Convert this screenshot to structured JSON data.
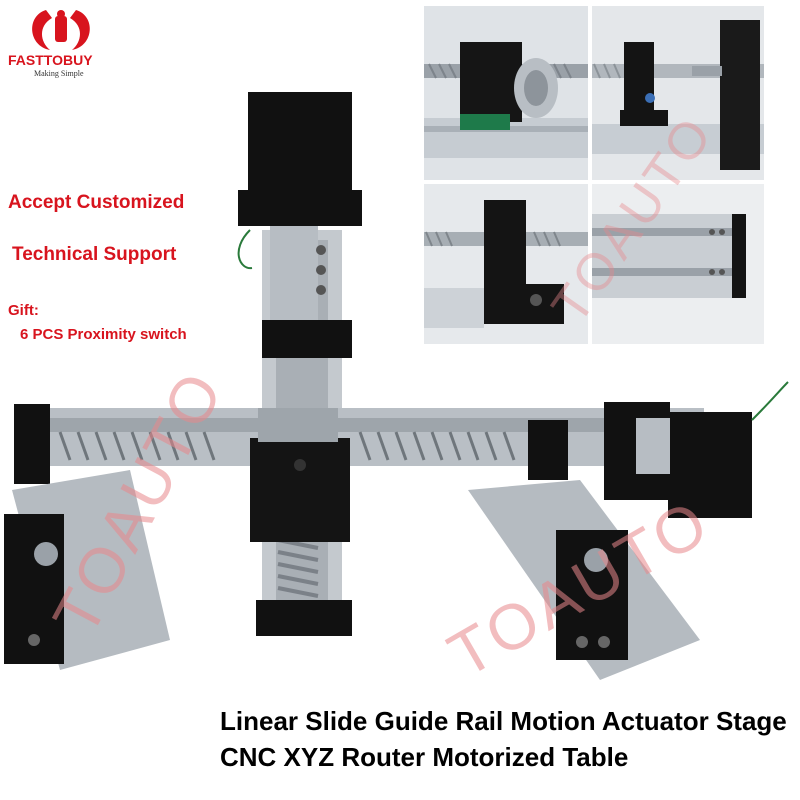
{
  "brand": {
    "name": "FASTTOBUY",
    "tagline": "Making Simple",
    "color": "#d8141e"
  },
  "callouts": {
    "customized": "Accept Customized",
    "support": "Technical Support",
    "gift_label": "Gift:",
    "gift_item": "6 PCS Proximity switch"
  },
  "watermark": "TOAUTO",
  "product_title": {
    "line1": "Linear Slide Guide Rail Motion Actuator Stage",
    "line2": "CNC XYZ Router Motorized Table"
  },
  "colors": {
    "accent": "#d8141e",
    "watermark": "#e8888c",
    "aluminum": "#c9ced3",
    "block": "#111111"
  }
}
